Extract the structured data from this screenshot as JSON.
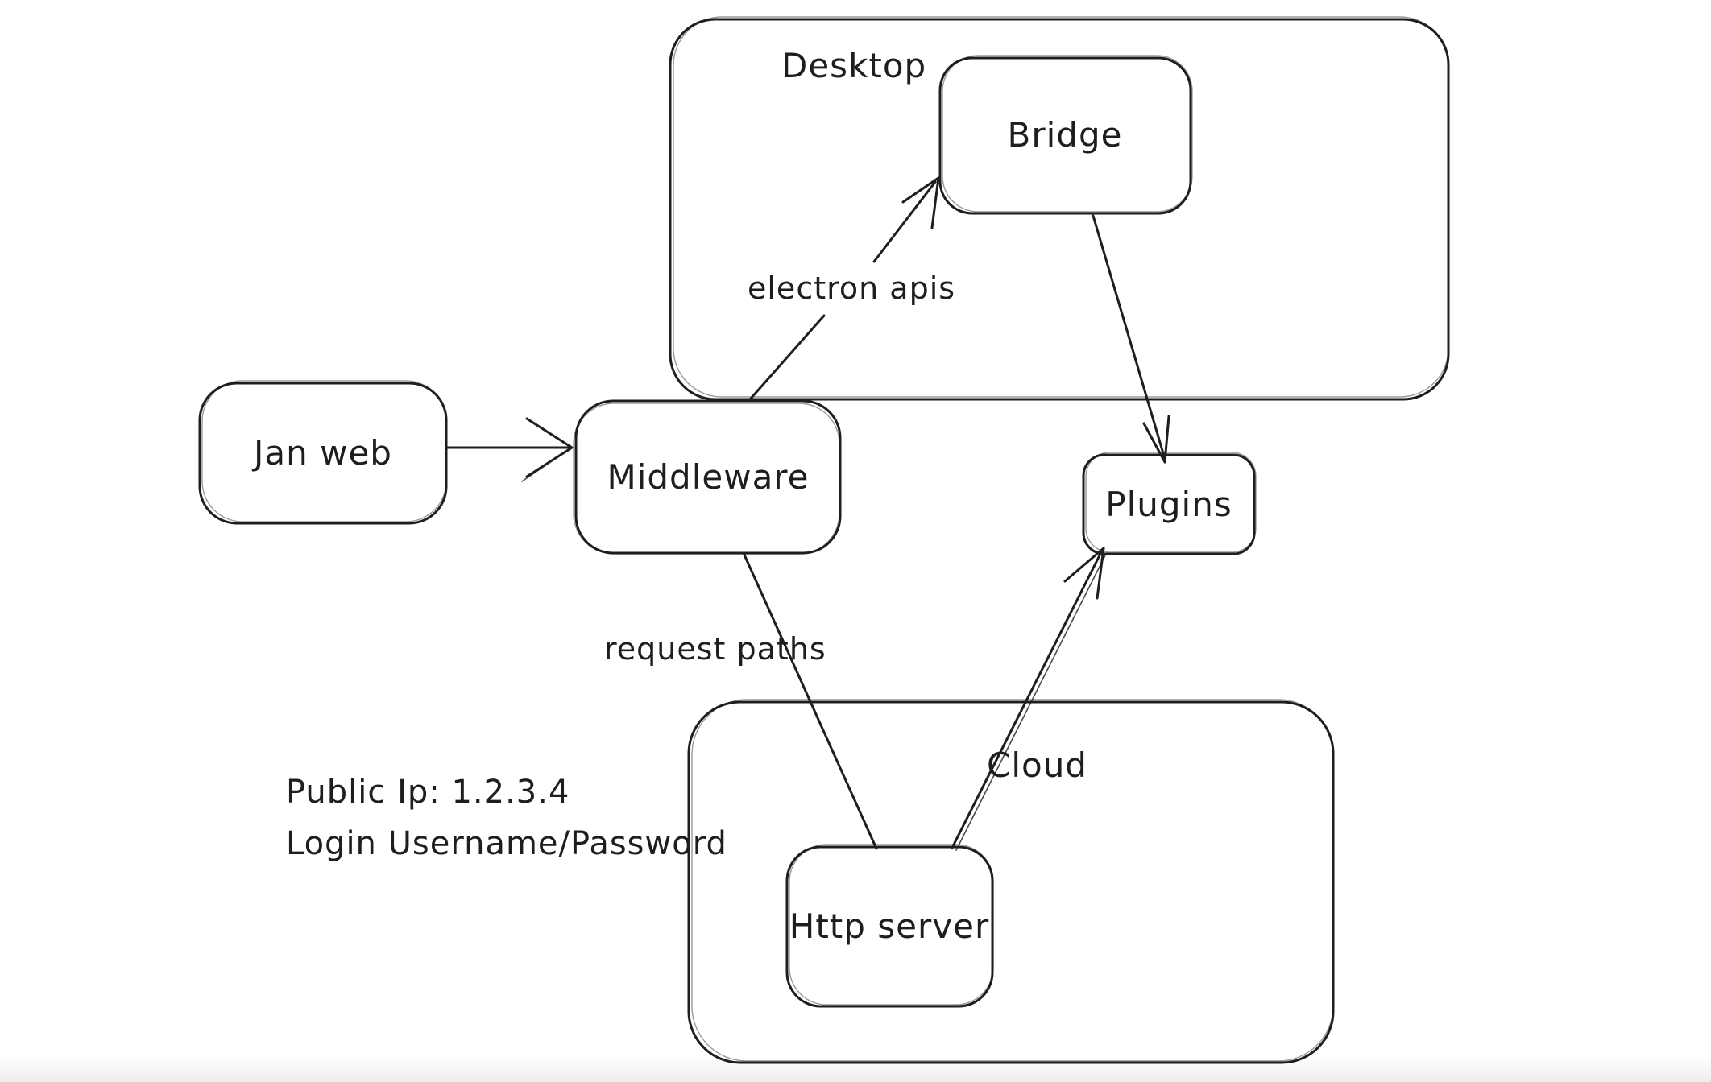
{
  "colors": {
    "stroke": "#1e1e1e",
    "background": "#ffffff"
  },
  "containers": {
    "desktop": {
      "label": "Desktop",
      "contains": [
        "Bridge"
      ]
    },
    "cloud": {
      "label": "Cloud",
      "contains": [
        "Http server"
      ]
    }
  },
  "nodes": {
    "jan_web": {
      "label": "Jan web"
    },
    "middleware": {
      "label": "Middleware"
    },
    "bridge": {
      "label": "Bridge"
    },
    "plugins": {
      "label": "Plugins"
    },
    "http_server": {
      "label": "Http server"
    }
  },
  "edges": {
    "jan_web_to_middleware": {
      "from": "Jan web",
      "to": "Middleware",
      "label": "",
      "arrowhead": "end"
    },
    "middleware_to_bridge": {
      "from": "Middleware",
      "to": "Bridge",
      "label": "electron apis",
      "arrowhead": "end"
    },
    "bridge_to_plugins": {
      "from": "Bridge",
      "to": "Plugins",
      "label": "",
      "arrowhead": "end"
    },
    "middleware_to_http_server": {
      "from": "Middleware",
      "to": "Http server",
      "label": "request paths",
      "arrowhead": "none"
    },
    "http_server_to_plugins": {
      "from": "Http server",
      "to": "Plugins",
      "label": "",
      "arrowhead": "end"
    }
  },
  "annotations": {
    "public_ip": "Public Ip: 1.2.3.4",
    "login": "Login Username/Password"
  }
}
